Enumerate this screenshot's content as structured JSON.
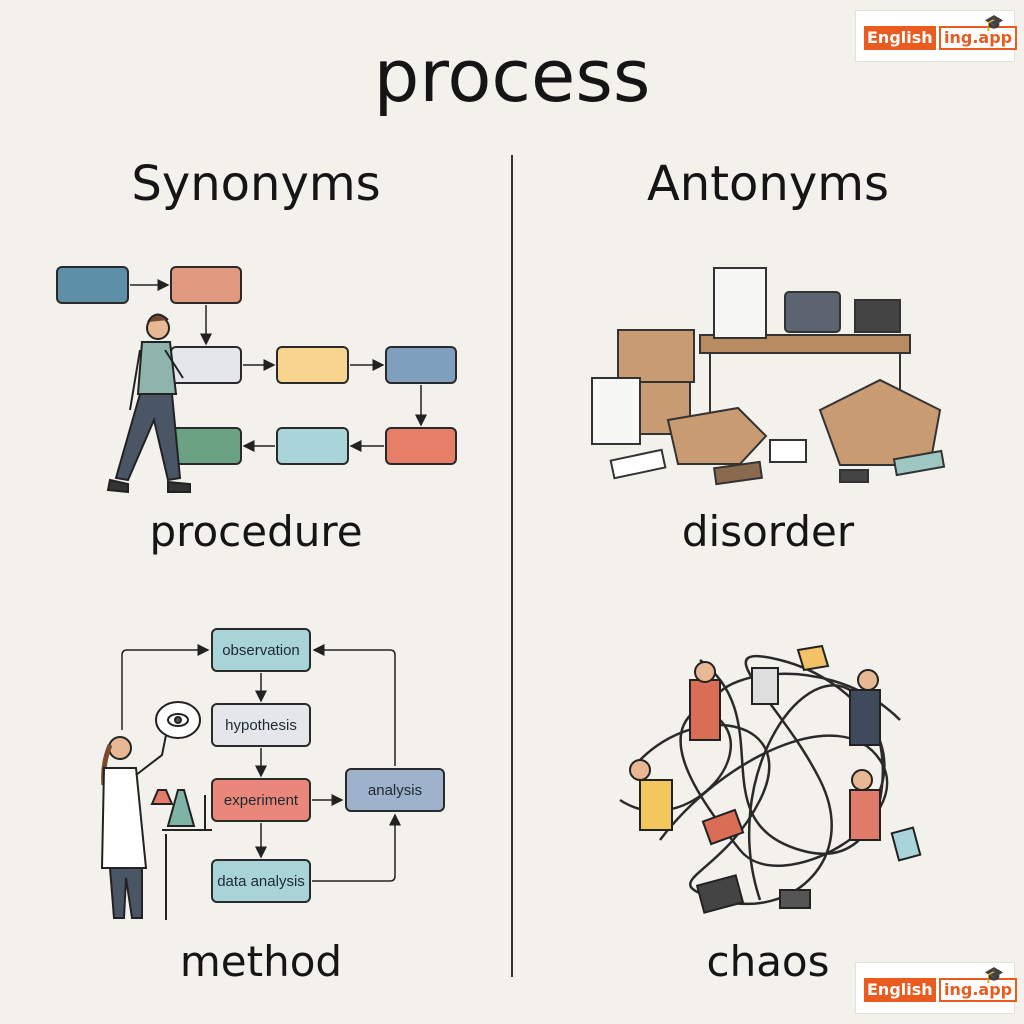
{
  "title": "process",
  "synonyms": {
    "heading": "Synonyms",
    "words": [
      "procedure",
      "method"
    ],
    "method_diagram": {
      "steps": [
        "observation",
        "hypothesis",
        "experiment",
        "analysis",
        "data analysis"
      ]
    }
  },
  "antonyms": {
    "heading": "Antonyms",
    "words": [
      "disorder",
      "chaos"
    ]
  },
  "logo": {
    "part1": "English",
    "part2": "ing.app"
  },
  "colors": {
    "background": "#f3f1ec",
    "brand": "#ea5b1f"
  }
}
